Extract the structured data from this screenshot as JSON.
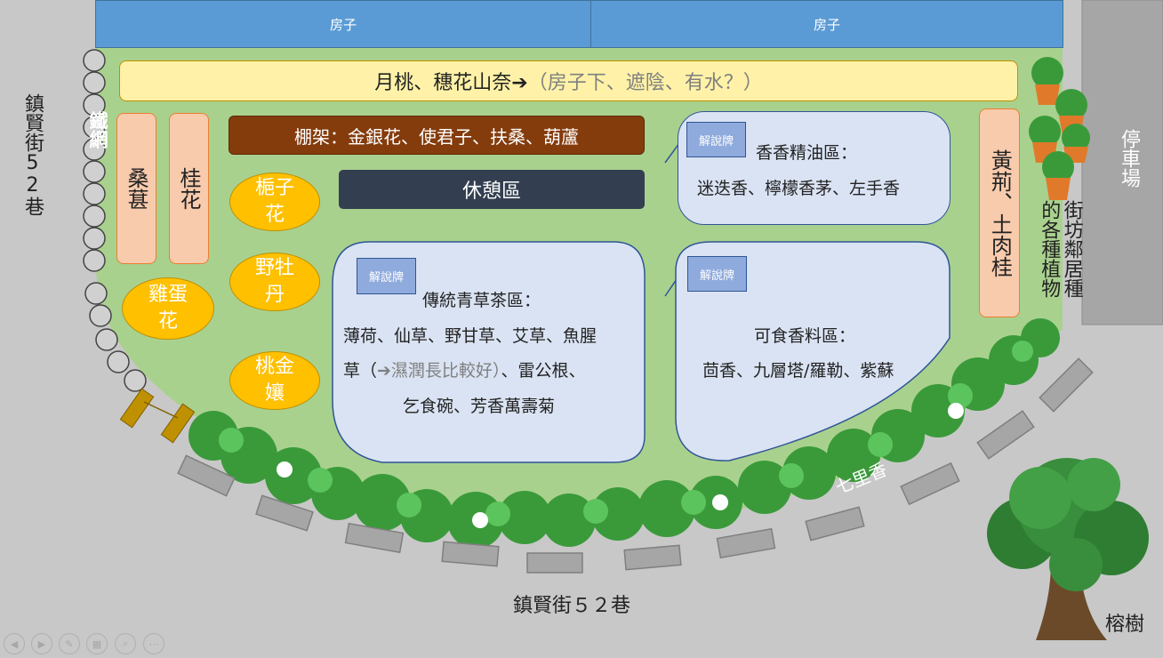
{
  "houses": [
    "房子",
    "房子"
  ],
  "parking": "停車場",
  "street_left": "鎮賢街52巷",
  "street_bottom": "鎮賢街５２巷",
  "fence": "鐵網",
  "top_bar": {
    "main": "月桃、穗花山奈➔",
    "note": "（房子下、遮陰、有水？）"
  },
  "trellis": "棚架：金銀花、使君子、扶桑、葫蘆",
  "rest_area": "休憩區",
  "strips": {
    "mulberry": "桑葚",
    "osmanthus": "桂花",
    "right": "黃荊、土肉桂"
  },
  "ovals": {
    "gardenia": "梔子\n花",
    "peony": "野牡\n丹",
    "egg_flower": "雞蛋\n花",
    "kumquat": "桃金\n孃"
  },
  "sign_label": "解說牌",
  "essential_oil": {
    "title": "香香精油區：",
    "items": "迷迭香、檸檬香茅、左手香"
  },
  "herbal_tea": {
    "title": "傳統青草茶區：",
    "line1": "薄荷、仙草、野甘草、艾草、魚腥",
    "line2_a": "草（",
    "line2_b": "➔濕潤長比較好）",
    "line2_c": "、雷公根、",
    "line3": "乞食碗、芳香萬壽菊"
  },
  "spice": {
    "title": "可食香料區：",
    "items": "茴香、九層塔/羅勒、紫蘇"
  },
  "hedge": "七里香",
  "neighbors": "街坊鄰居種的各種植物",
  "banyan": "榕樹",
  "colors": {
    "lawn": "#a9d18e",
    "house": "#5b9bd5",
    "trellis": "#843c0c",
    "rest": "#333f50",
    "oval": "#ffc000",
    "strip": "#f8cbad",
    "zone": "#dae3f3"
  },
  "toolbar_icons": [
    "prev-icon",
    "next-icon",
    "pen-icon",
    "slides-icon",
    "zoom-icon",
    "more-icon"
  ]
}
